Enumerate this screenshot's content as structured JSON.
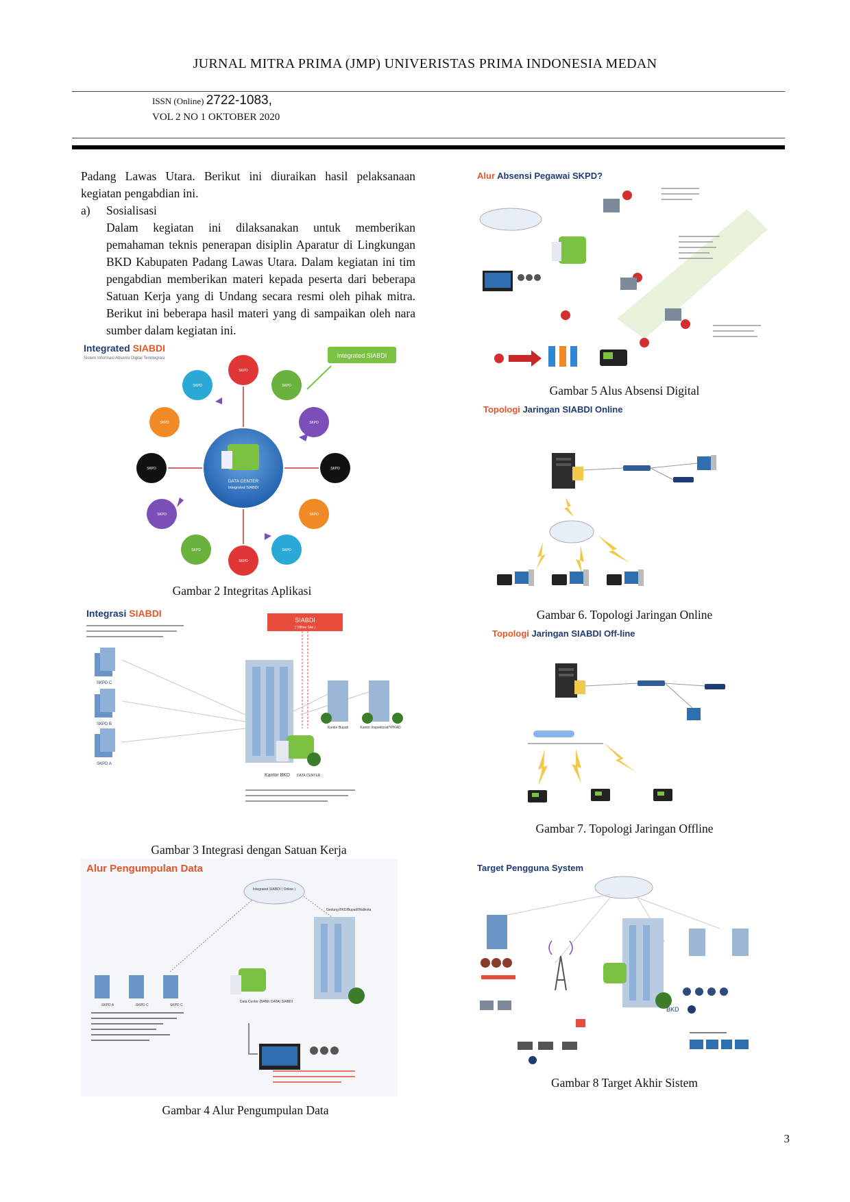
{
  "header": {
    "journal_title": "JURNAL MITRA PRIMA (JMP) UNIVERISTAS PRIMA INDONESIA MEDAN",
    "issn_label": "ISSN (Online)",
    "issn_number": "2722-1083,",
    "volume": "VOL 2 NO 1 OKTOBER 2020"
  },
  "body": {
    "intro": "Padang Lawas Utara. Berikut ini diuraikan hasil pelaksanaan kegiatan pengabdian ini.",
    "item_label": "a)",
    "item_title": "Sosialisasi",
    "paragraph": "Dalam kegiatan ini dilaksanakan untuk memberikan pemahaman teknis penerapan disiplin Aparatur di Lingkungan BKD Kabupaten Padang Lawas Utara. Dalam kegiatan ini tim pengabdian memberikan materi kepada peserta dari beberapa Satuan Kerja yang di Undang secara resmi oleh pihak mitra. Berikut ini beberapa hasil materi yang di sampaikan oleh nara sumber dalam kegiatan ini."
  },
  "figures": {
    "fig2": {
      "title_a": "Integrated ",
      "title_b": "SIABDI",
      "subtitle": "Sistem Informasi Absensi Digital Terintegrasi",
      "badge": "Integrated SIABDI",
      "center_a": "DATA CENTER",
      "center_b": "Integrated SIABDI",
      "node": "SKPD",
      "caption": "Gambar 2 Integritas Aplikasi"
    },
    "fig3": {
      "title_a": "Integrasi ",
      "title_b": "SIABDI",
      "badge": "SIABDI",
      "badge_sub": "( Offline Site )",
      "skpd_c": "SKPD C",
      "skpd_b": "SKPD B",
      "skpd_a": "SKPD A",
      "kantor_bupati": "Kantor Bupati",
      "kantor_inspektorat": "Kantor Inspektorat/YPKAD",
      "kantor_bkd": "Kantor BKD",
      "data_center": "DATA CENTER",
      "caption": "Gambar 3 Integrasi dengan Satuan Kerja"
    },
    "fig4": {
      "title_a": "Alur ",
      "title_b": "Pengumpulan Data",
      "cloud": "Integrated SIABDI ( Online )",
      "gedung": "Gedung BKD/Bupati/Walikota",
      "skpd_a": "SKPD A",
      "skpd_c1": "SKPD C",
      "skpd_c2": "SKPD C",
      "data_center": "Data Center (BANK DATA) SIABDI",
      "caption": "Gambar 4 Alur Pengumpulan Data"
    },
    "fig5": {
      "title_a": "Alur ",
      "title_b": "Absensi Pegawai SKPD?",
      "caption": "Gambar 5 Alus Absensi Digital"
    },
    "fig6": {
      "title_a": "Topologi ",
      "title_b": "Jaringan SIABDI Online",
      "caption": "Gambar 6. Topologi Jaringan Online"
    },
    "fig7": {
      "title_a": "Topologi ",
      "title_b": "Jaringan SIABDI Off-line",
      "caption": "Gambar 7. Topologi Jaringan Offline"
    },
    "fig8": {
      "title_a": "Target ",
      "title_b": "Pengguna System",
      "bkd": "BKD",
      "caption": "Gambar 8 Target Akhir Sistem"
    }
  },
  "page_number": "3"
}
